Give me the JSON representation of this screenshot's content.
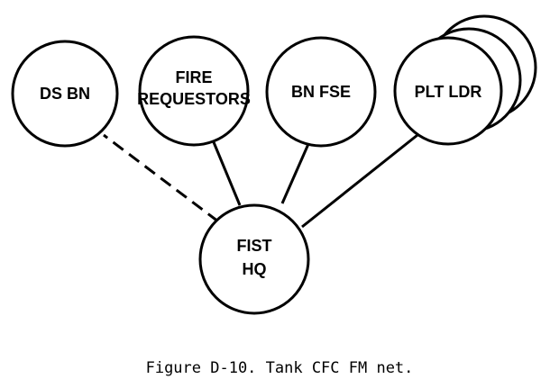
{
  "nodes": {
    "ds_bn": {
      "lines": [
        "DS BN"
      ]
    },
    "fire_requestors": {
      "lines": [
        "FIRE",
        "REQUESTORS"
      ]
    },
    "bn_fse": {
      "lines": [
        "BN FSE"
      ]
    },
    "plt_ldr": {
      "lines": [
        "PLT LDR"
      ],
      "stacked_copies": 3
    },
    "fist_hq": {
      "lines": [
        "FIST",
        "HQ"
      ]
    }
  },
  "connections": [
    {
      "from": "fist_hq",
      "to": "ds_bn",
      "style": "dashed"
    },
    {
      "from": "fist_hq",
      "to": "fire_requestors",
      "style": "solid"
    },
    {
      "from": "fist_hq",
      "to": "bn_fse",
      "style": "solid"
    },
    {
      "from": "fist_hq",
      "to": "plt_ldr",
      "style": "solid"
    }
  ],
  "caption": "Figure D-10. Tank CFC FM net."
}
